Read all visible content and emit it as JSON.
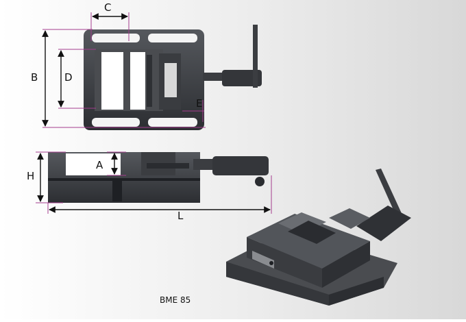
{
  "dimensions": {
    "A": "A",
    "B": "B",
    "C": "C",
    "D": "D",
    "E": "E",
    "H": "H",
    "L": "L"
  },
  "caption": "BME 85",
  "colors": {
    "dimension_line": "#a43c8e",
    "arrow": "#111111",
    "vise_body": "#3a3c40",
    "background_light": "#ffffff",
    "background_grey": "#d9d9d9"
  }
}
